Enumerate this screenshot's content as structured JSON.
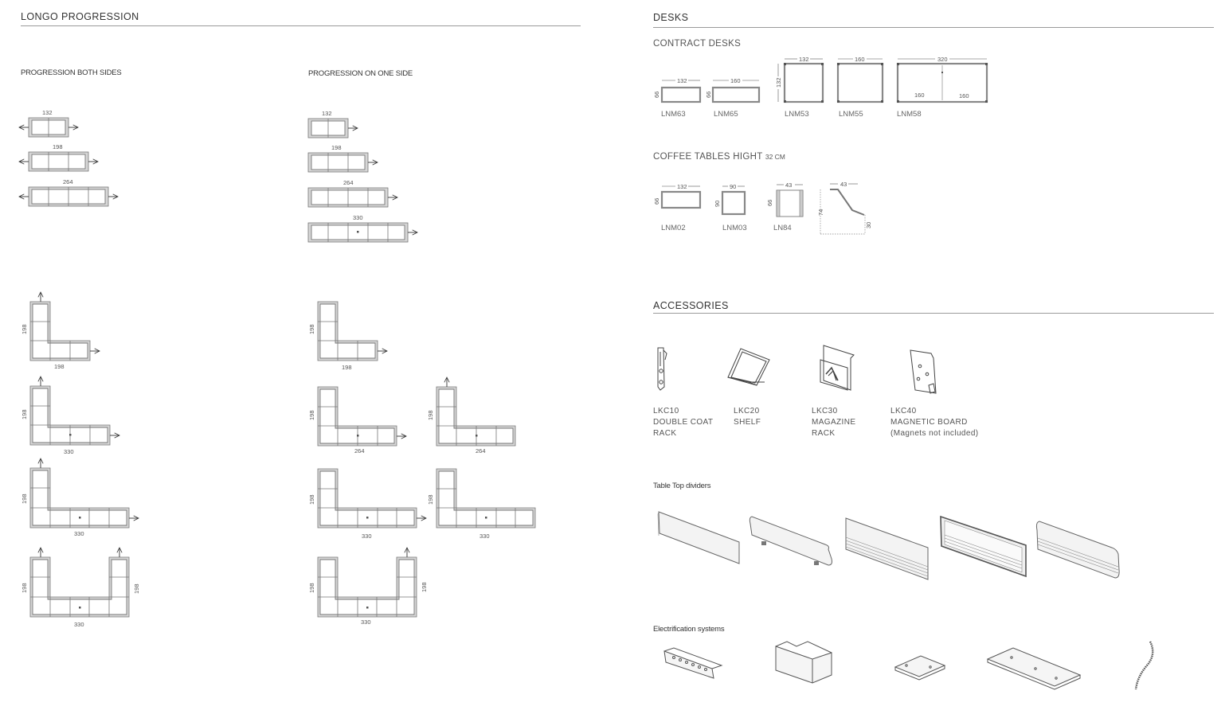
{
  "left": {
    "title": "LONGO PROGRESSION",
    "both_sides": {
      "label": "PROGRESSION BOTH SIDES",
      "linear": [
        "132",
        "198",
        "264"
      ],
      "corner": [
        {
          "v": "198",
          "h": "198"
        },
        {
          "v": "198",
          "h": "330"
        },
        {
          "v": "198",
          "h": "330"
        },
        {
          "v1": "198",
          "v2": "198",
          "h": "330"
        }
      ]
    },
    "one_side": {
      "label": "PROGRESSION ON ONE SIDE",
      "linear": [
        "132",
        "198",
        "264",
        "330"
      ],
      "corner": [
        {
          "v": "198",
          "h": "198"
        },
        {
          "v": "198",
          "h": "264"
        },
        {
          "v": "198",
          "h": "264"
        },
        {
          "v": "198",
          "h": "330"
        },
        {
          "v": "198",
          "h": "330"
        },
        {
          "v": "198",
          "h": "330"
        }
      ]
    }
  },
  "desks": {
    "title": "DESKS",
    "contract": {
      "label": "CONTRACT DESKS",
      "items": [
        {
          "code": "LNM63",
          "w": "132",
          "d": "66"
        },
        {
          "code": "LNM65",
          "w": "160",
          "d": "66"
        },
        {
          "code": "LNM53",
          "w": "132",
          "d": "132"
        },
        {
          "code": "LNM55",
          "w": "160",
          "d": ""
        },
        {
          "code": "LNM58",
          "w": "320",
          "d": "",
          "inner": [
            "160",
            "160"
          ]
        }
      ]
    },
    "coffee": {
      "label_main": "COFFEE TABLES HIGHT",
      "label_small": "32 CM",
      "items": [
        {
          "code": "LNM02",
          "w": "132",
          "d": "66"
        },
        {
          "code": "LNM03",
          "w": "90",
          "d": "90"
        },
        {
          "code": "LN84",
          "w": "43",
          "d": "66"
        },
        {
          "code": "",
          "w": "43",
          "h": "74",
          "h2": "30"
        }
      ]
    }
  },
  "accessories": {
    "title": "ACCESSORIES",
    "items": [
      {
        "code": "LKC10",
        "lines": [
          "DOUBLE COAT",
          "RACK"
        ],
        "icon": "coat-rack-icon"
      },
      {
        "code": "LKC20",
        "lines": [
          "SHELF"
        ],
        "icon": "shelf-icon"
      },
      {
        "code": "LKC30",
        "lines": [
          "MAGAZINE",
          "RACK"
        ],
        "icon": "magazine-rack-icon"
      },
      {
        "code": "LKC40",
        "lines": [
          "MAGNETIC BOARD",
          "(Magnets not included)"
        ],
        "icon": "magnetic-board-icon"
      }
    ],
    "dividers_label": "Table Top dividers",
    "electrification_label": "Electrification systems"
  },
  "colors": {
    "line": "#9a9a9a",
    "fill": "#d4d4d4",
    "edge": "#777777"
  }
}
